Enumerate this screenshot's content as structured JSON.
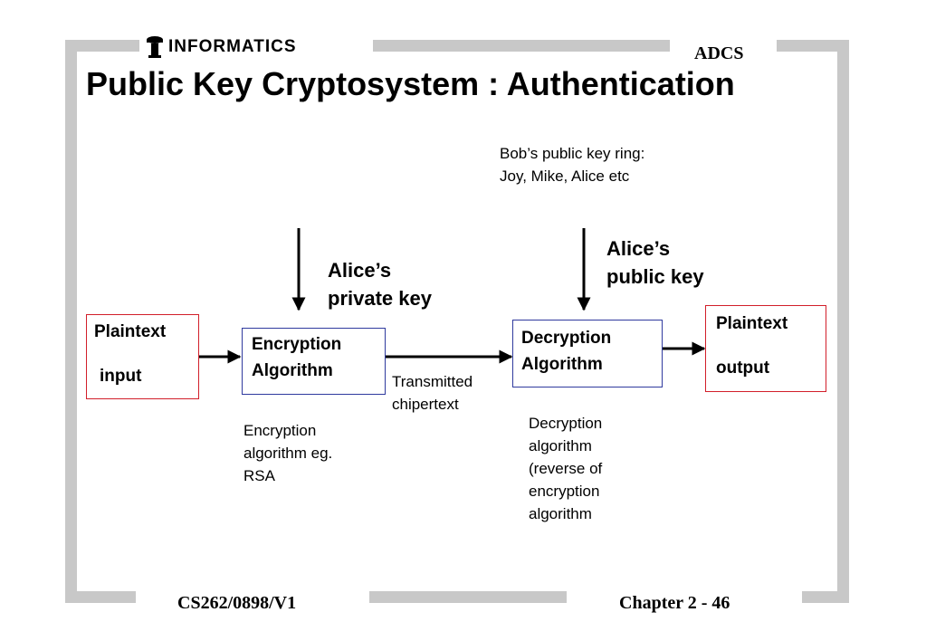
{
  "header": {
    "logo_text": "INFORMATICS",
    "corner_label": "ADCS",
    "title": "Public Key Cryptosystem : Authentication"
  },
  "diagram": {
    "plaintext_input": {
      "line1": "Plaintext",
      "line2": "input"
    },
    "encryption_box": {
      "line1": "Encryption",
      "line2": "Algorithm"
    },
    "decryption_box": {
      "line1": "Decryption",
      "line2": "Algorithm"
    },
    "plaintext_output": {
      "line1": "Plaintext",
      "line2": "output"
    },
    "private_key_label": {
      "line1": "Alice’s",
      "line2": "private key"
    },
    "public_key_label": {
      "line1": "Alice’s",
      "line2": "public key"
    },
    "key_ring_note": {
      "line1": "Bob’s public key ring:",
      "line2": "Joy, Mike, Alice etc"
    },
    "transmitted_label": {
      "line1": "Transmitted",
      "line2": "chipertext"
    },
    "encryption_note": {
      "line1": "Encryption",
      "line2": "algorithm eg.",
      "line3": "RSA"
    },
    "decryption_note": {
      "line1": "Decryption",
      "line2": "algorithm",
      "line3": "(reverse of",
      "line4": "encryption",
      "line5": "algorithm"
    }
  },
  "footer": {
    "course_code": "CS262/0898/V1",
    "page_label": "Chapter 2 - 46"
  },
  "colors": {
    "frame": "#c8c8c8",
    "plaintext_border": "#d21f2a",
    "algorithm_border": "#2f3a9e"
  }
}
